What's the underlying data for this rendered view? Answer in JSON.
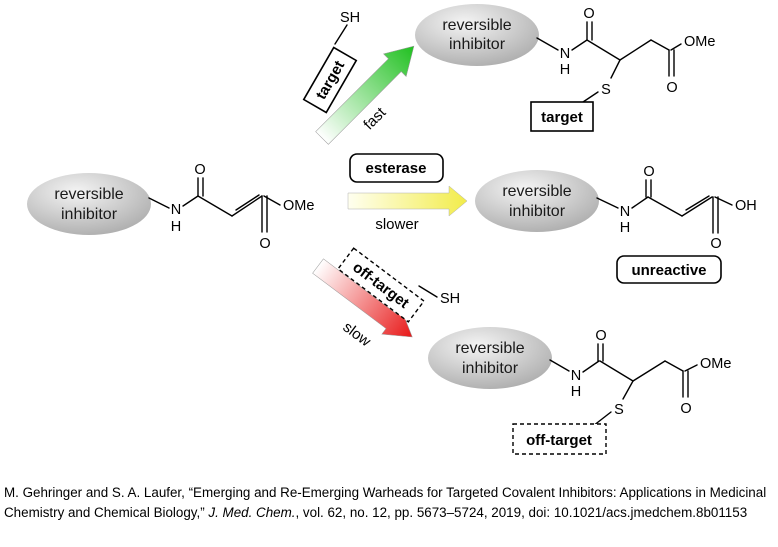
{
  "colors": {
    "oval_light": "#f4f4f4",
    "oval_dark": "#a8a8a8",
    "fast_arrow_start": "#ffffff",
    "fast_arrow_end": "#20c020",
    "slower_arrow_start": "#fffff0",
    "slower_arrow_end": "#f2ec4a",
    "slow_arrow_start": "#ffffff",
    "slow_arrow_end": "#e81818"
  },
  "inhibitor_label_line1": "reversible",
  "inhibitor_label_line2": "inhibitor",
  "atoms": {
    "N": "N",
    "H": "H",
    "O": "O",
    "S": "S",
    "SH": "SH",
    "OMe": "OMe",
    "OH": "OH"
  },
  "labels": {
    "target": "target",
    "off_target": "off-target",
    "esterase": "esterase",
    "unreactive": "unreactive",
    "fast": "fast",
    "slower": "slower",
    "slow": "slow"
  },
  "citation": {
    "authors": "M. Gehringer and S. A. Laufer, “Emerging and Re-Emerging Warheads for Targeted Covalent Inhibitors: Applications in Medicinal Chemistry and Chemical Biology,” ",
    "journal": "J. Med. Chem.",
    "details": ", vol. 62, no. 12, pp. 5673–5724, 2019, doi: 10.1021/acs.jmedchem.8b01153"
  }
}
